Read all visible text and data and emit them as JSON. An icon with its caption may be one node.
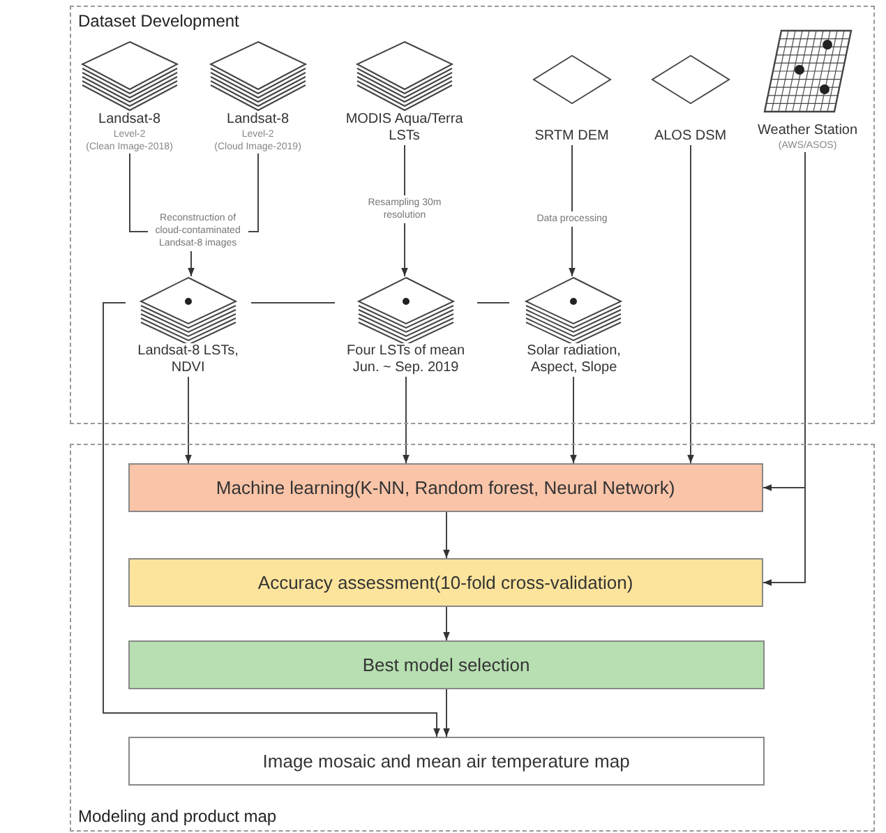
{
  "diagram": {
    "nodes": [
      {
        "text": [
          "Dataset Development"
        ]
      },
      {
        "text": [
          "Landsat-8",
          "Level-2",
          "(Clean Image-2018)"
        ],
        "in": 0
      },
      {
        "text": [
          "Landsat-8",
          "Level-2",
          "(Cloud Image-2019)"
        ],
        "in": 0
      },
      {
        "text": [
          "MODIS Aqua/Terra LSTs"
        ],
        "in": 0
      },
      {
        "text": [
          "SRTM DEM"
        ],
        "in": 0
      },
      {
        "text": [
          "ALOS DSM"
        ],
        "in": 0
      },
      {
        "text": [
          "Weather Station",
          "(AWS/ASOS)"
        ],
        "in": 0
      },
      {
        "text": [
          "Reconstruction of cloud-contaminated Landsat-8 images"
        ],
        "in": 0
      },
      {
        "text": [
          "Landsat-8 LSTs, NDVI"
        ],
        "in": 0
      },
      {
        "text": [
          "Four LSTs of mean Jun. ~ Sep. 2019"
        ],
        "in": 0
      },
      {
        "text": [
          "Solar radiation, Aspect, Slope"
        ],
        "in": 0
      },
      {
        "text": [
          "Modeling and product map"
        ]
      },
      {
        "text": [
          "Machine learning(K-NN, Random forest, Neural Network)"
        ],
        "in": 11
      },
      {
        "text": [
          "Accuracy assessment(10-fold cross-validation)"
        ],
        "in": 11
      },
      {
        "text": [
          "Best model selection"
        ],
        "in": 11
      },
      {
        "text": [
          "Image mosaic and mean air temperature map"
        ],
        "in": 11
      }
    ],
    "edges": [
      {
        "from": 1,
        "to": 7,
        "arrow": "none"
      },
      {
        "from": 2,
        "to": 7,
        "arrow": "none"
      },
      {
        "from": 7,
        "to": 8,
        "arrow": "to"
      },
      {
        "from": 3,
        "to": 9,
        "arrow": "to",
        "label": "Resampling 30m resolution"
      },
      {
        "from": 4,
        "to": 10,
        "arrow": "to",
        "label": "Data processing"
      },
      {
        "from": 8,
        "to": 12,
        "arrow": "to"
      },
      {
        "from": 9,
        "to": 12,
        "arrow": "to"
      },
      {
        "from": 10,
        "to": 12,
        "arrow": "to"
      },
      {
        "from": 5,
        "to": 12,
        "arrow": "to"
      },
      {
        "from": 6,
        "to": 12,
        "arrow": "to"
      },
      {
        "from": 6,
        "to": 13,
        "arrow": "to"
      },
      {
        "from": 12,
        "to": 13,
        "arrow": "to"
      },
      {
        "from": 13,
        "to": 14,
        "arrow": "to"
      },
      {
        "from": 14,
        "to": 15,
        "arrow": "to"
      },
      {
        "from": 8,
        "to": 15,
        "arrow": "to"
      },
      {
        "from": 9,
        "to": 8,
        "arrow": "none"
      },
      {
        "from": 10,
        "to": 9,
        "arrow": "none"
      }
    ]
  }
}
